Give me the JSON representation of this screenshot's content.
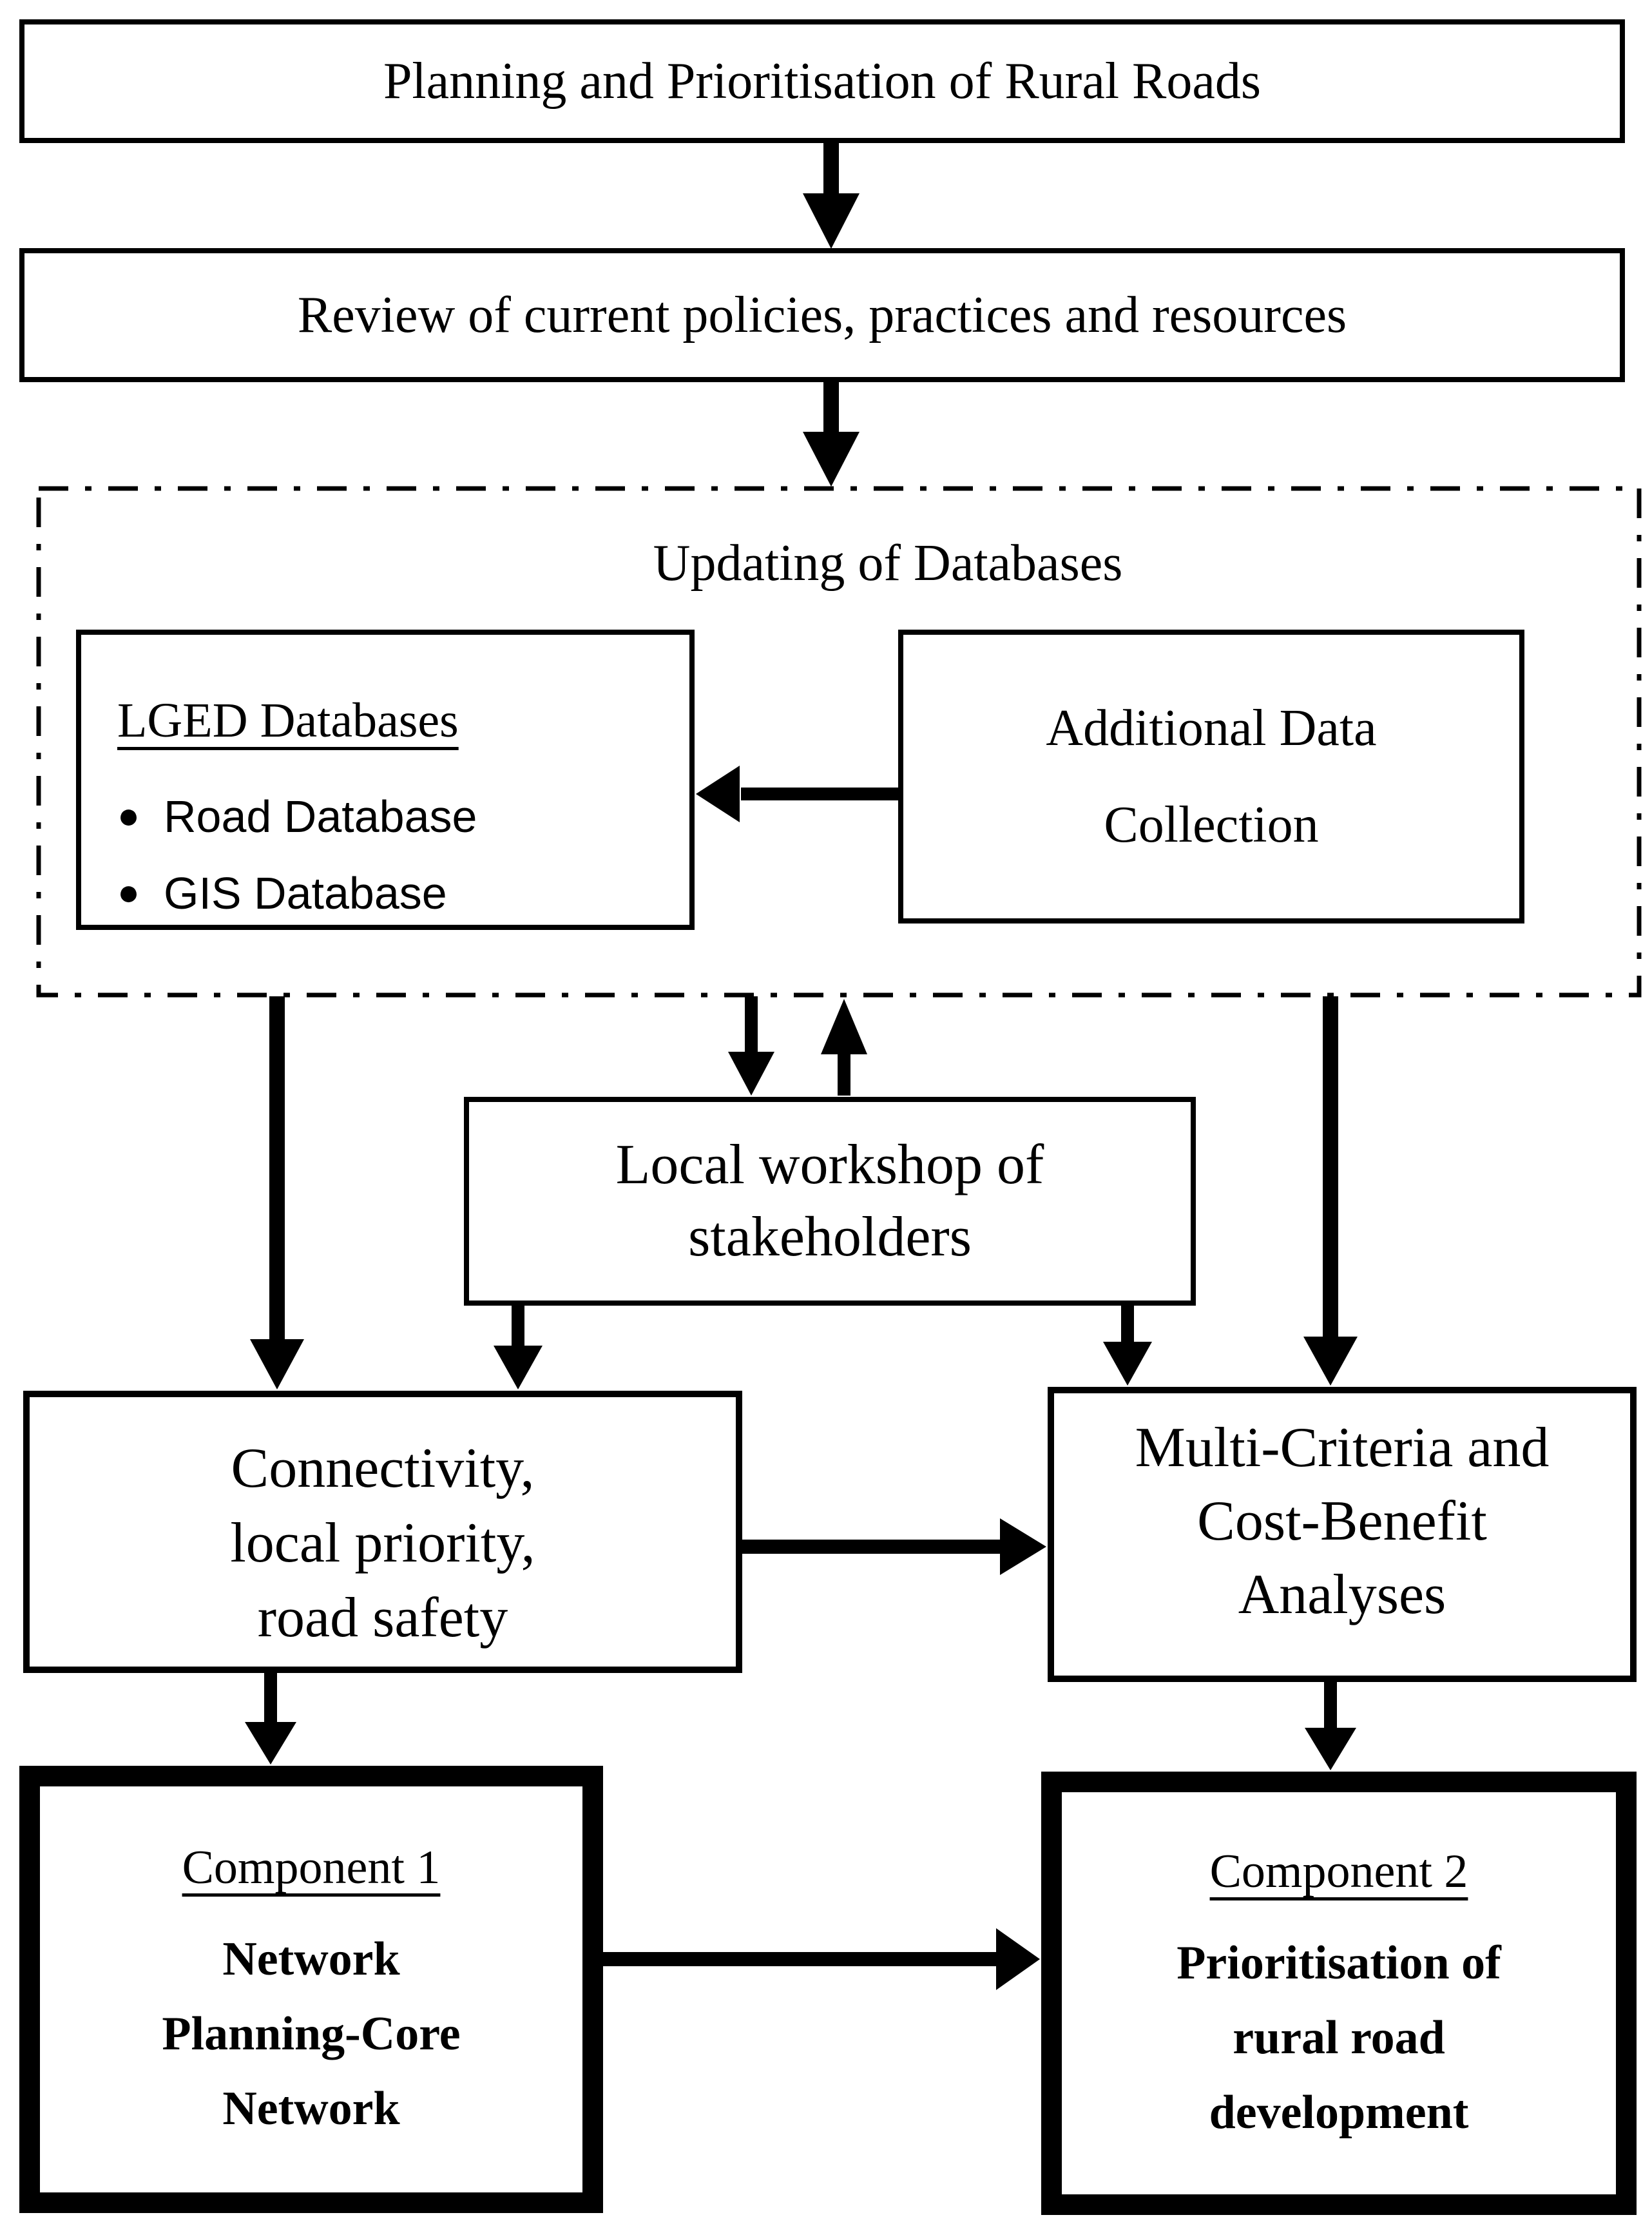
{
  "page": {
    "background": "#ffffff",
    "ink": "#000000"
  },
  "nodes": {
    "planning": {
      "label": "Planning and Prioritisation of Rural Roads"
    },
    "review": {
      "label": "Review of current policies, practices and resources"
    },
    "updating": {
      "title": "Updating of Databases"
    },
    "lged": {
      "title": "LGED Databases",
      "bullet_glyph": "●",
      "bullets": [
        "Road Database",
        "GIS Database"
      ]
    },
    "additional": {
      "lines": [
        "Additional Data",
        "Collection"
      ]
    },
    "workshop": {
      "lines": [
        "Local workshop of",
        "stakeholders"
      ]
    },
    "connectivity": {
      "lines": [
        "Connectivity,",
        "local priority,",
        "road safety"
      ]
    },
    "multicriteria": {
      "lines": [
        "Multi-Criteria and",
        "Cost-Benefit",
        "Analyses"
      ]
    },
    "component1": {
      "heading": "Component 1",
      "lines": [
        "Network",
        "Planning-Core",
        "Network"
      ]
    },
    "component2": {
      "heading": "Component 2",
      "lines": [
        "Prioritisation of",
        "rural road",
        "development"
      ]
    }
  },
  "edges": [
    {
      "from": "planning",
      "to": "review"
    },
    {
      "from": "review",
      "to": "updating"
    },
    {
      "from": "additional",
      "to": "lged"
    },
    {
      "from": "updating",
      "to": "workshop"
    },
    {
      "from": "workshop",
      "to": "updating"
    },
    {
      "from": "updating",
      "to": "connectivity"
    },
    {
      "from": "updating",
      "to": "multicriteria"
    },
    {
      "from": "workshop",
      "to": "connectivity"
    },
    {
      "from": "workshop",
      "to": "multicriteria"
    },
    {
      "from": "connectivity",
      "to": "multicriteria"
    },
    {
      "from": "connectivity",
      "to": "component1"
    },
    {
      "from": "multicriteria",
      "to": "component2"
    },
    {
      "from": "component1",
      "to": "component2"
    }
  ]
}
